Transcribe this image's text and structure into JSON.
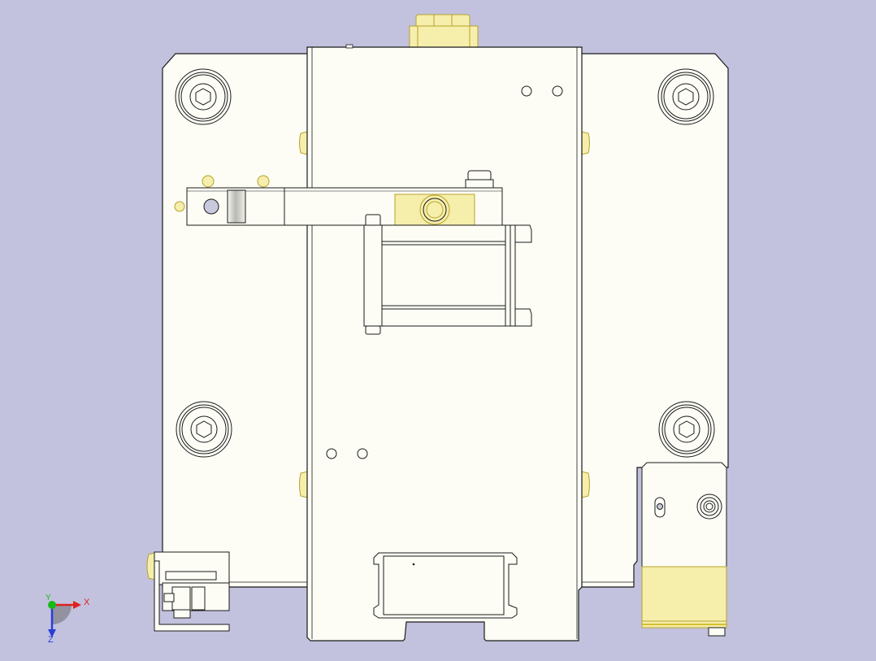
{
  "view": {
    "background": "#c2c2de",
    "part_fill": "#fdfdf6",
    "edge_color": "#1a1a1a",
    "highlight_fill": "#f6eeab",
    "highlight_edge": "#b6a12c"
  },
  "triad": {
    "x_label": "X",
    "y_label": "Y",
    "z_label": "Z",
    "x_color": "#e02020",
    "y_color": "#18b818",
    "z_color": "#2a3cd8"
  }
}
